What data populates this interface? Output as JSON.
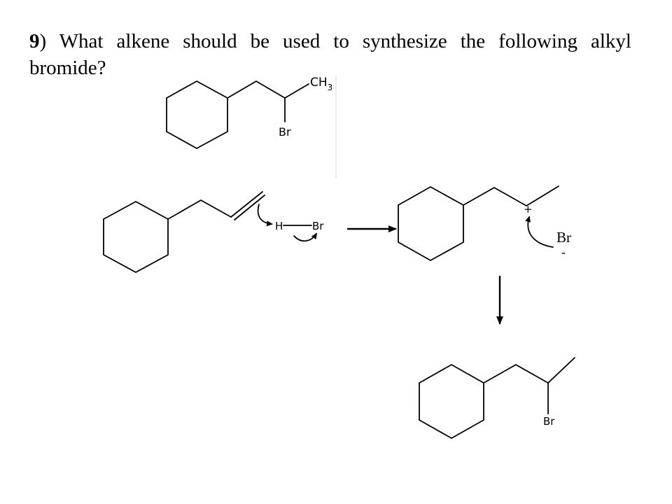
{
  "question": {
    "number": "9",
    "line1_text": ")  What alkene should be used to synthesize the following alkyl",
    "line2_text": "bromide?"
  },
  "target_molecule": {
    "ch3_label": "CH",
    "ch3_subscript": "3",
    "br_label": "Br"
  },
  "mechanism": {
    "h_label": "H",
    "hbr_br_label": "Br",
    "carbocation_charge": "+",
    "bromide_label": "Br",
    "bromide_charge": "-",
    "product_br_label": "Br"
  }
}
